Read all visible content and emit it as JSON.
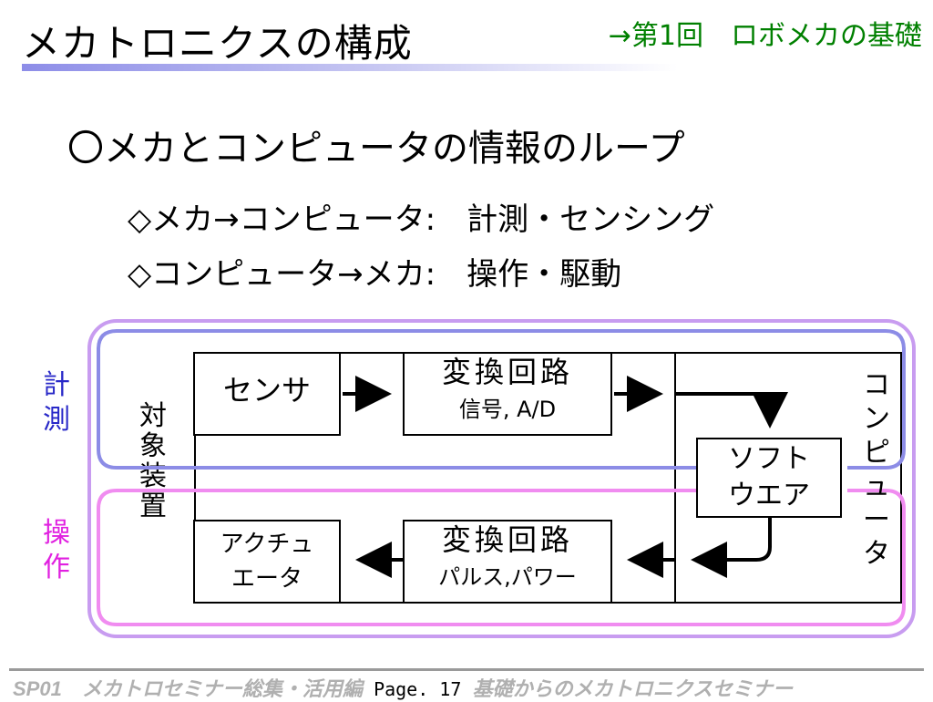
{
  "slide": {
    "title": "メカトロニクスの構成",
    "reference": "→第1回　ロボメカの基礎",
    "heading": "〇メカとコンピュータの情報のループ",
    "bullets": [
      "◇メカ→コンピュータ:　計測・センシング",
      "◇コンピュータ→メカ:　操作・駆動"
    ]
  },
  "diagram": {
    "side_labels": {
      "measure": "計\n測",
      "operate": "操\n作"
    },
    "object_device": "対\n象\n装\n置",
    "sensor": "センサ",
    "converter_top": {
      "title": "変換回路",
      "detail": "信号, A/D"
    },
    "converter_bottom": {
      "title": "変換回路",
      "detail": "パルス,パワー"
    },
    "actuator": "アクチュ\nエータ",
    "software": "ソフト\nウエア",
    "computer": "コ\nン\nピ\nュ\nー\nタ",
    "colors": {
      "measure_loop": "#8c8ce6",
      "operate_loop": "#f08cf0",
      "outer_loop": "#c89cf0"
    }
  },
  "footer": {
    "left": "SP01　メカトロセミナー総集・活用編",
    "page": "Page. 17",
    "right": "基礎からのメカトロニクスセミナー"
  }
}
